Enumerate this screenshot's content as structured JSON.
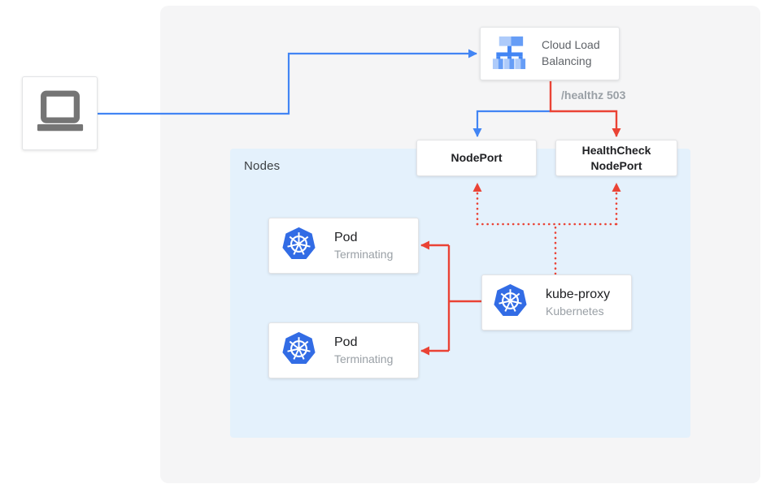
{
  "colors": {
    "blue_line": "#4285F4",
    "red_line": "#EA4335",
    "kubernetes_blue": "#326CE5",
    "icon_light_blue": "#AECBFA",
    "icon_mid_blue": "#669DF6",
    "panel_bg": "#F5F5F6",
    "nodes_bg": "#E4F1FC",
    "laptop_gray": "#757575"
  },
  "nodes_container": {
    "label": "Nodes"
  },
  "client": {
    "icon": "laptop-icon"
  },
  "clb": {
    "label": "Cloud Load Balancing",
    "icon": "cloud-load-balancing-icon"
  },
  "annotations": {
    "healthz": "/healthz 503"
  },
  "nodeport": {
    "label": "NodePort"
  },
  "healthcheck_nodeport": {
    "label": "HealthCheck NodePort"
  },
  "pods": [
    {
      "title": "Pod",
      "status": "Terminating"
    },
    {
      "title": "Pod",
      "status": "Terminating"
    }
  ],
  "kube_proxy": {
    "title": "kube-proxy",
    "subtitle": "Kubernetes"
  },
  "edges": [
    {
      "from": "client",
      "to": "cloud-load-balancing",
      "color": "blue",
      "style": "solid"
    },
    {
      "from": "cloud-load-balancing",
      "to": "nodeport",
      "color": "blue",
      "style": "solid"
    },
    {
      "from": "cloud-load-balancing",
      "to": "healthcheck-nodeport",
      "color": "red",
      "style": "solid",
      "label": "/healthz 503"
    },
    {
      "from": "kube-proxy",
      "to": "pod-1",
      "color": "red",
      "style": "solid"
    },
    {
      "from": "kube-proxy",
      "to": "pod-2",
      "color": "red",
      "style": "solid"
    },
    {
      "from": "kube-proxy",
      "to": "nodeport",
      "color": "red",
      "style": "dotted"
    },
    {
      "from": "kube-proxy",
      "to": "healthcheck-nodeport",
      "color": "red",
      "style": "dotted"
    }
  ]
}
